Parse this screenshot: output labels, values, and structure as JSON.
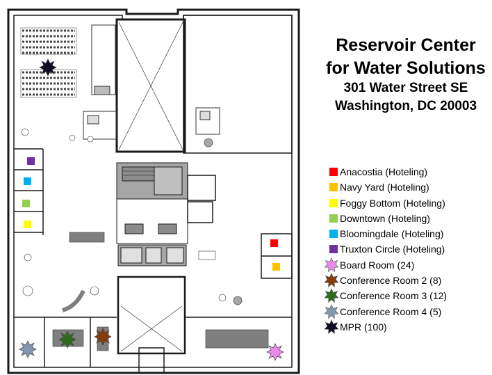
{
  "title": {
    "line1": "Reservoir Center",
    "line2": "for Water Solutions",
    "address1": "301 Water Street SE",
    "address2": "Washington, DC 20003"
  },
  "legend": {
    "items": [
      {
        "label": "Anacostia (Hoteling)",
        "marker": "square",
        "color": "#ff0000"
      },
      {
        "label": "Navy Yard (Hoteling)",
        "marker": "square",
        "color": "#ffc000"
      },
      {
        "label": "Foggy Bottom (Hoteling)",
        "marker": "square",
        "color": "#ffff00"
      },
      {
        "label": "Downtown (Hoteling)",
        "marker": "square",
        "color": "#92d050"
      },
      {
        "label": "Bloomingdale (Hoteling)",
        "marker": "square",
        "color": "#00b0f0"
      },
      {
        "label": "Truxton Circle (Hoteling)",
        "marker": "square",
        "color": "#7030a0"
      },
      {
        "label": "Board Room (24)",
        "marker": "star",
        "color": "#e98be8"
      },
      {
        "label": "Conference Room 2 (8)",
        "marker": "star",
        "color": "#843c0c"
      },
      {
        "label": "Conference Room 3 (12)",
        "marker": "star",
        "color": "#2e6b1f"
      },
      {
        "label": "Conference Room 4 (5)",
        "marker": "star",
        "color": "#8497b0"
      },
      {
        "label": "MPR  (100)",
        "marker": "star",
        "color": "#0d0d26"
      }
    ]
  },
  "colors": {
    "wall": "#1a1a1a",
    "core": "#a6a6a6",
    "furniture": "#7f7f7f"
  }
}
